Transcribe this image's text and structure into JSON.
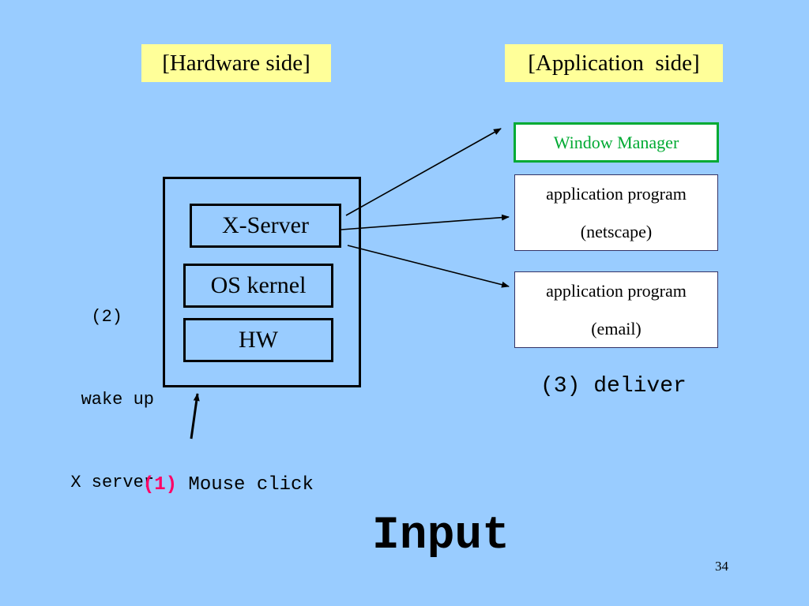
{
  "headers": {
    "hardware": "[Hardware side]",
    "application": "[Application  side]"
  },
  "system": {
    "xserver": "X-Server",
    "os_kernel": "OS kernel",
    "hw": "HW"
  },
  "window_manager": "Window Manager",
  "apps": [
    {
      "title": "application program",
      "name": "(netscape)"
    },
    {
      "title": "application program",
      "name": "(email)"
    }
  ],
  "steps": {
    "step1_num": "(1)",
    "step1_text": " Mouse click",
    "step2_num": "(2)",
    "step2_line1": "wake up",
    "step2_line2": "X server",
    "step3": "(3) deliver"
  },
  "title": "Input",
  "page_number": "34",
  "colors": {
    "background": "#99ccff",
    "label_bg": "#ffff99",
    "window_manager_border": "#00aa33",
    "window_manager_text": "#00aa33",
    "step1_accent": "#ff0066"
  }
}
